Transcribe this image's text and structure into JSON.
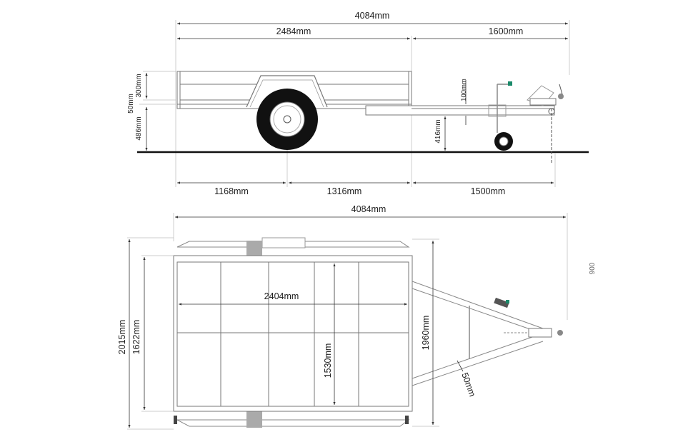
{
  "side_view": {
    "overall_length": "4084mm",
    "body_length": "2484mm",
    "drawbar_length": "1600mm",
    "side_height": "300mm",
    "frame_height": "50mm",
    "deck_height": "486mm",
    "jockey_clearance": "100mm",
    "drawbar_height": "416mm",
    "rear_to_axle": "1168mm",
    "axle_to_front": "1316mm",
    "front_to_coupling": "1500mm"
  },
  "top_view": {
    "overall_length": "4084mm",
    "inner_length": "2404mm",
    "inner_width": "1530mm",
    "overall_width": "2015mm",
    "body_width": "1622mm",
    "drawbar_spread": "1960mm",
    "drawbar_tube": "50mm",
    "cutoff_label": "900"
  },
  "colors": {
    "line": "#333333",
    "frame": "#777777",
    "tire": "#111111",
    "jockey_handle": "#1a8a6a"
  }
}
